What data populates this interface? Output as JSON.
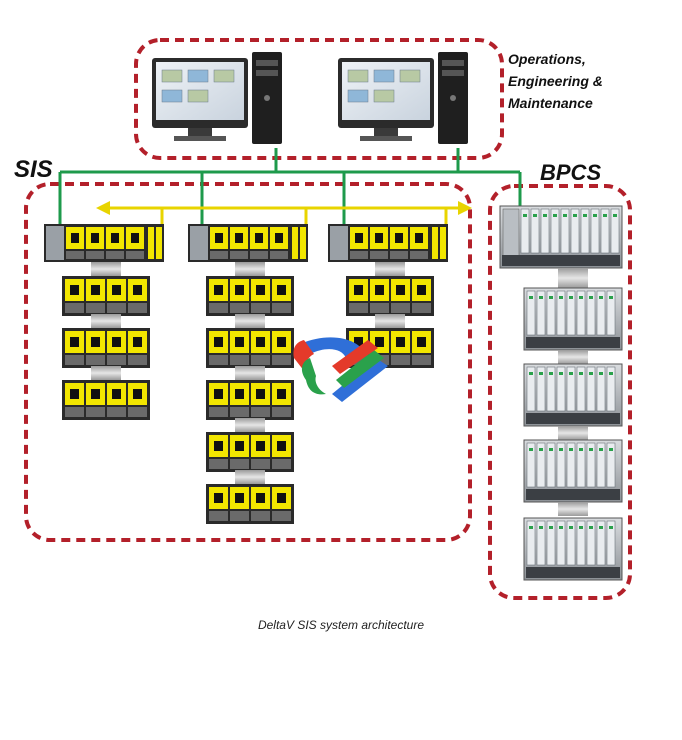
{
  "labels": {
    "ops_lines": [
      "Operations,",
      "Engineering &",
      "Maintenance"
    ],
    "sis": "SIS",
    "bpcs": "BPCS"
  },
  "caption": "DeltaV SIS system architecture",
  "colors": {
    "group_border": "#b3202a",
    "control_network": "#1e9a4b",
    "sis_ring": "#e8d400",
    "module_yellow": "#f2e600",
    "module_frame": "#2a2a2a",
    "controller_grey": "#9aa0a6"
  },
  "icons": [
    "workstation-icon",
    "sis-module-icon",
    "controller-icon",
    "bpcs-rack-icon",
    "deltav-logo"
  ]
}
